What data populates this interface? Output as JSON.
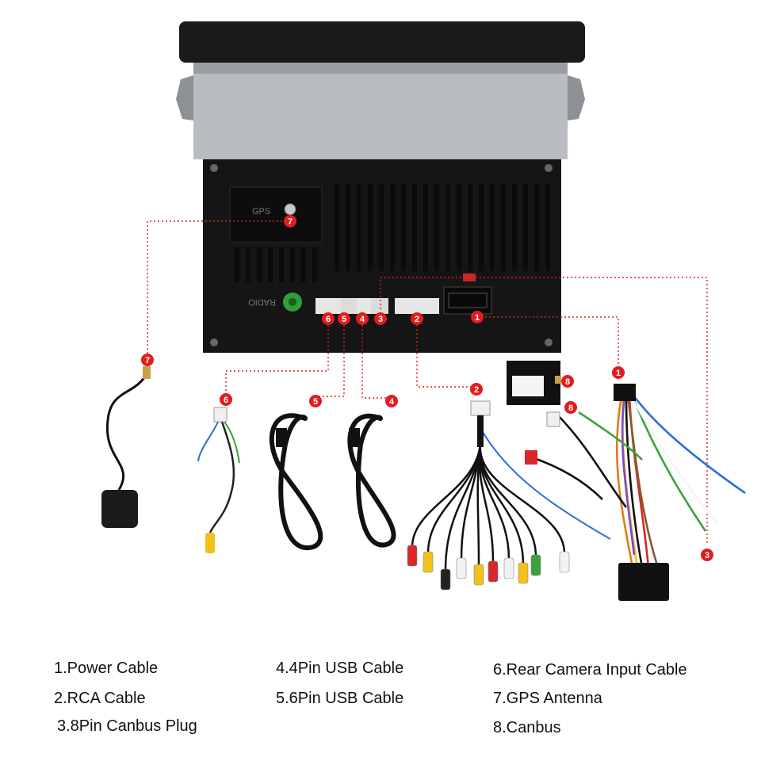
{
  "unit": {
    "gps_port_label": "GPS",
    "radio_port_label": "RADIO"
  },
  "callouts": [
    "1",
    "2",
    "3",
    "4",
    "5",
    "6",
    "7",
    "8"
  ],
  "legend": [
    {
      "id": "1",
      "text": "1.Power Cable"
    },
    {
      "id": "2",
      "text": "2.RCA Cable"
    },
    {
      "id": "3",
      "text": "3.8Pin Canbus Plug"
    },
    {
      "id": "4",
      "text": "4.4Pin USB Cable"
    },
    {
      "id": "5",
      "text": "5.6Pin USB Cable"
    },
    {
      "id": "6",
      "text": "6.Rear Camera Input Cable"
    },
    {
      "id": "7",
      "text": "7.GPS Antenna"
    },
    {
      "id": "8",
      "text": "8.Canbus"
    }
  ],
  "colors": {
    "callout_red": "#e11d1d",
    "unit_black": "#1a1a1a",
    "chassis_grey": "#b9bcc0",
    "rca_yellow": "#f2c21b",
    "rca_red": "#d8262a",
    "rca_white": "#f2f2f2",
    "rca_green": "#3aa33a",
    "wire_blue": "#2a6ed8"
  }
}
